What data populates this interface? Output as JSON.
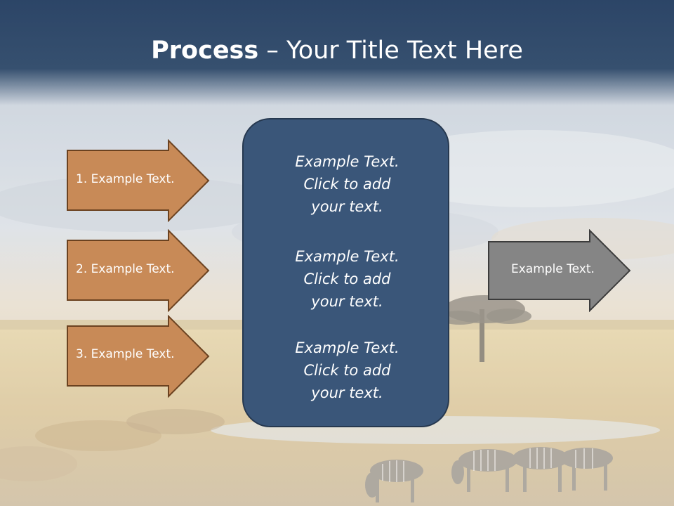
{
  "slide": {
    "title_bold": "Process",
    "title_rest": " – Your Title Text Here"
  },
  "left_arrows": [
    {
      "label": "1. Example Text.",
      "color": "#c88a57"
    },
    {
      "label": "2. Example Text.",
      "color": "#c88a57"
    },
    {
      "label": "3. Example Text.",
      "color": "#c88a57"
    }
  ],
  "center_box": {
    "color": "#3a5679",
    "items": [
      {
        "line1": "Example Text.",
        "line2": "Click  to add",
        "line3": "your text."
      },
      {
        "line1": "Example Text.",
        "line2": "Click  to add",
        "line3": "your text."
      },
      {
        "line1": "Example Text.",
        "line2": "Click  to add",
        "line3": "your text."
      }
    ]
  },
  "right_arrow": {
    "label": "Example Text.",
    "color": "#858585"
  },
  "colors": {
    "title_bar": "#2e4a6b",
    "arrow_border": "#6b4220"
  }
}
